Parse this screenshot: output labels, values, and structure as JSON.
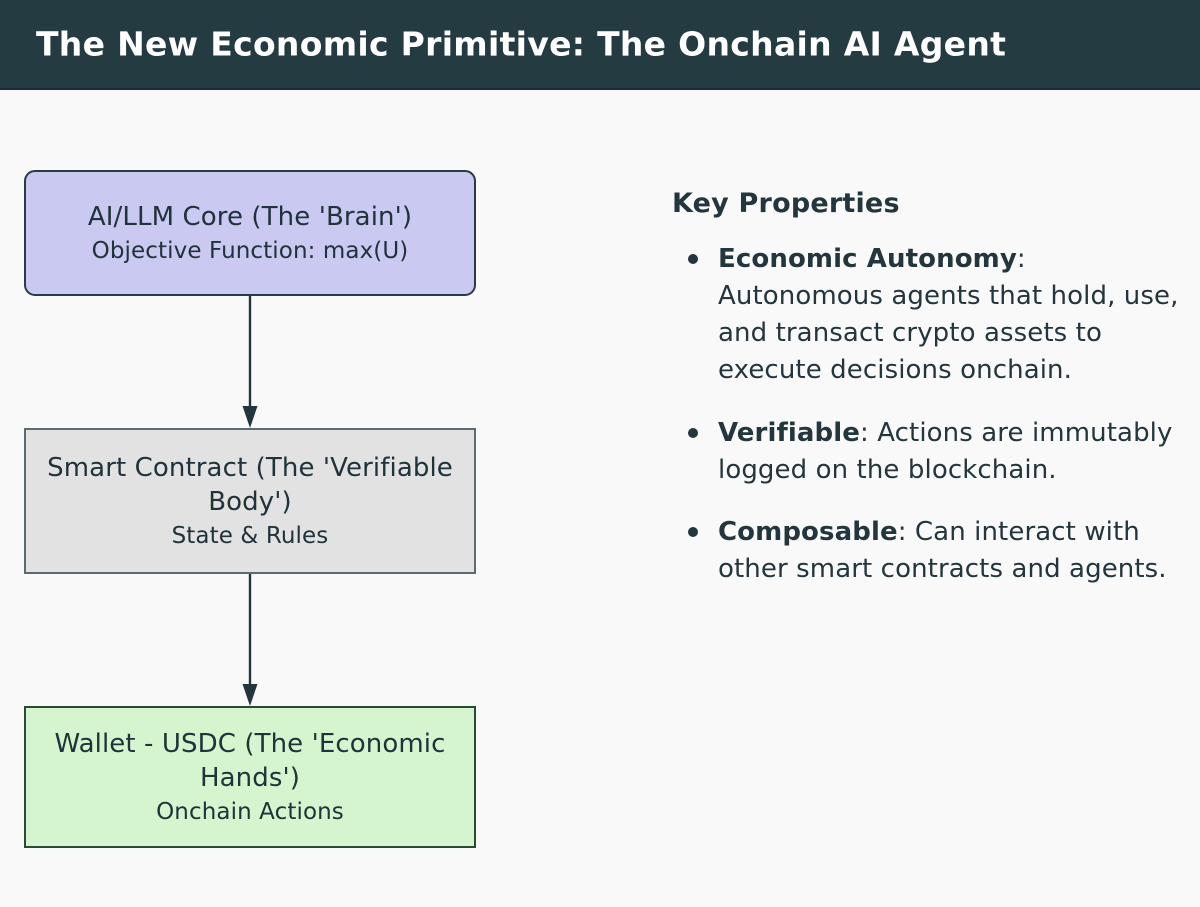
{
  "header": {
    "title": "The New Economic Primitive: The Onchain AI Agent",
    "background_color": "#253b42",
    "text_color": "#ffffff"
  },
  "flowchart": {
    "nodes": [
      {
        "id": "ai-llm-core",
        "line_main": "AI/LLM Core (The 'Brain')",
        "line_sub": "Objective Function:  max(U)",
        "fill_color": "#c9c9f2",
        "border_color": "#2b3b45",
        "shape": "rounded-rectangle"
      },
      {
        "id": "smart-contract",
        "line_main": "Smart Contract (The 'Verifiable Body')",
        "line_sub": "State & Rules",
        "fill_color": "#e2e2e2",
        "border_color": "#5b6b70",
        "shape": "rectangle"
      },
      {
        "id": "wallet-usdc",
        "line_main": "Wallet - USDC (The 'Economic Hands')",
        "line_sub": "Onchain Actions",
        "fill_color": "#d4f5cd",
        "border_color": "#2b4a36",
        "shape": "rectangle"
      }
    ],
    "edges": [
      {
        "from": "ai-llm-core",
        "to": "smart-contract",
        "style": "solid-arrow-down"
      },
      {
        "from": "smart-contract",
        "to": "wallet-usdc",
        "style": "solid-arrow-down"
      }
    ],
    "arrow_color": "#24363d"
  },
  "key_properties": {
    "title": "Key Properties",
    "items": [
      {
        "term": "Economic Autonomy",
        "separator": ": ",
        "description": "Autonomous agents that hold, use, and transact crypto assets to execute decisions onchain."
      },
      {
        "term": "Verifiable",
        "separator": ": ",
        "description": "Actions are immutably logged on the blockchain."
      },
      {
        "term": "Composable",
        "separator": ": ",
        "description": "Can interact with other smart contracts and agents."
      }
    ],
    "bullet_glyph": "filled-circle",
    "text_color": "#24363d"
  },
  "canvas": {
    "background_color": "#f9f9f9"
  }
}
